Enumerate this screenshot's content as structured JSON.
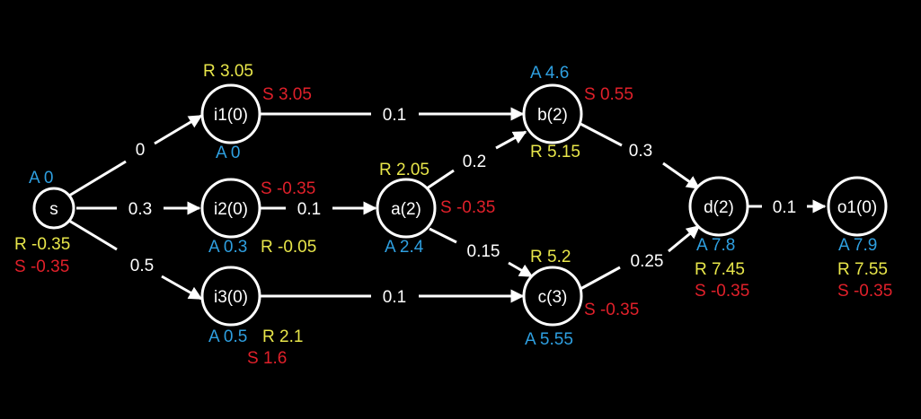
{
  "colors": {
    "background": "#000000",
    "node_stroke": "#ffffff",
    "edge": "#ffffff",
    "A": "#2e9fe0",
    "R": "#e8e64a",
    "S": "#e0202a"
  },
  "nodes": {
    "s": {
      "label": "s",
      "A": "A 0",
      "R": "R -0.35",
      "S": "S -0.35"
    },
    "i1": {
      "label": "i1(0)",
      "A": "A 0",
      "R": "R 3.05",
      "S": "S 3.05"
    },
    "i2": {
      "label": "i2(0)",
      "A": "A 0.3",
      "R": "R -0.05",
      "S": "S -0.35"
    },
    "i3": {
      "label": "i3(0)",
      "A": "A 0.5",
      "R": "R 2.1",
      "S": "S 1.6"
    },
    "a": {
      "label": "a(2)",
      "A": "A 2.4",
      "R": "R 2.05",
      "S": "S -0.35"
    },
    "b": {
      "label": "b(2)",
      "A": "A 4.6",
      "R": "R 5.15",
      "S": "S 0.55"
    },
    "c": {
      "label": "c(3)",
      "A": "A 5.55",
      "R": "R 5.2",
      "S": "S -0.35"
    },
    "d": {
      "label": "d(2)",
      "A": "A 7.8",
      "R": "R 7.45",
      "S": "S -0.35"
    },
    "o1": {
      "label": "o1(0)",
      "A": "A 7.9",
      "R": "R 7.55",
      "S": "S -0.35"
    }
  },
  "edges": {
    "s_i1": "0",
    "s_i2": "0.3",
    "s_i3": "0.5",
    "i1_b": "0.1",
    "i2_a": "0.1",
    "i3_c": "0.1",
    "a_b": "0.2",
    "a_c": "0.15",
    "b_d": "0.3",
    "c_d": "0.25",
    "d_o1": "0.1"
  }
}
